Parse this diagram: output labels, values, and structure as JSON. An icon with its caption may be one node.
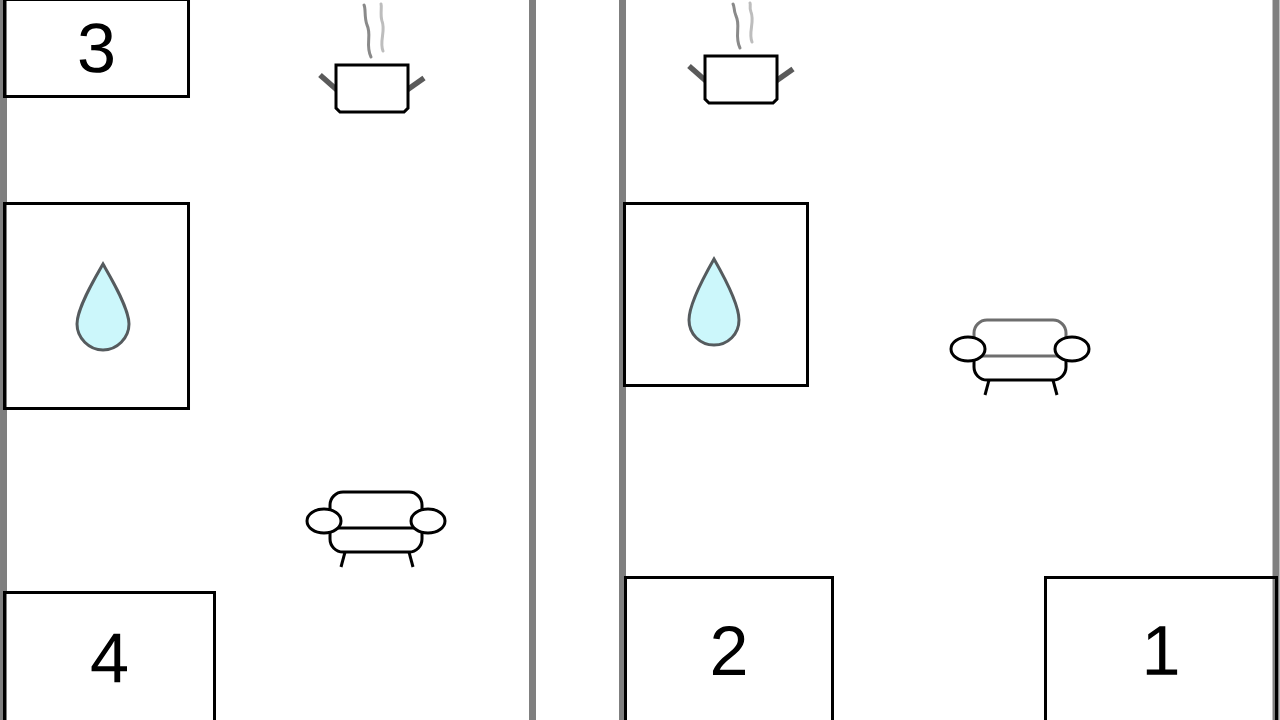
{
  "diagram": {
    "nodes": [
      {
        "text": [
          "3"
        ]
      },
      {
        "text": [],
        "shape": "box"
      },
      {
        "text": [],
        "shape": "box"
      },
      {
        "text": [
          "4"
        ]
      },
      {
        "text": [
          "2"
        ]
      },
      {
        "text": [
          "1"
        ]
      }
    ]
  }
}
